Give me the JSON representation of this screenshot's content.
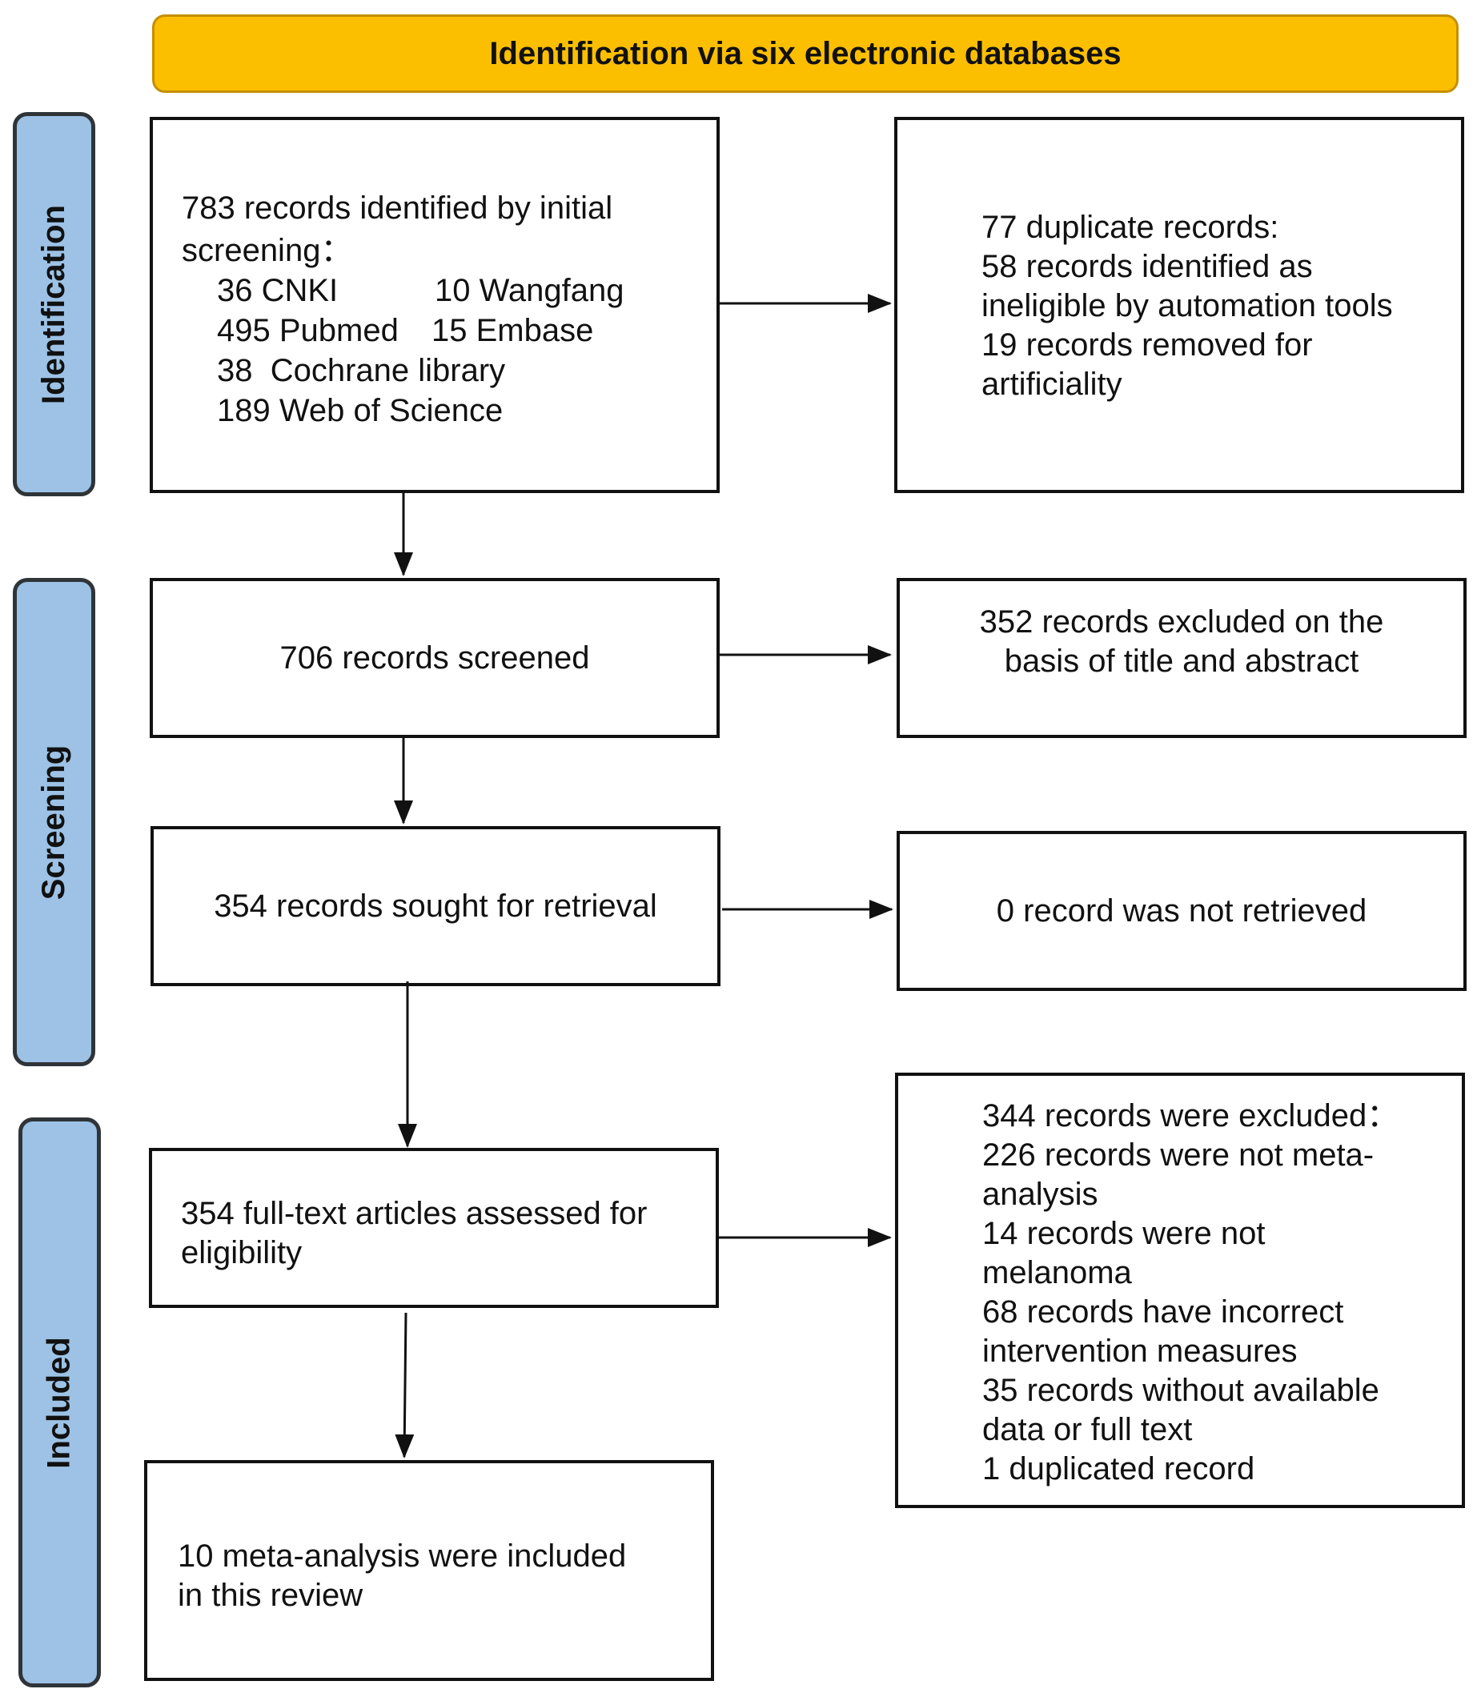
{
  "header": {
    "title": "Identification via six electronic databases"
  },
  "phases": {
    "identification": "Identification",
    "screening": "Screening",
    "included": "Included"
  },
  "boxes": {
    "initial": {
      "lines": [
        "783 records identified by initial",
        "screening："
      ],
      "sources": [
        [
          "36 CNKI",
          "10 Wangfang"
        ],
        [
          "495 Pubmed",
          "15 Embase"
        ]
      ],
      "extra": [
        "38  Cochrane library",
        "189 Web of Science"
      ]
    },
    "duplicates": {
      "lines": [
        "77 duplicate records:",
        "58 records identified as",
        "ineligible by automation tools",
        "19 records removed for",
        "artificiality"
      ]
    },
    "screened": {
      "lines": [
        "706 records screened"
      ]
    },
    "excluded_title": {
      "lines": [
        "352 records excluded on the",
        "basis of title and abstract"
      ]
    },
    "sought": {
      "lines": [
        "354 records sought for retrieval"
      ]
    },
    "not_retrieved": {
      "lines": [
        "0 record was not retrieved"
      ]
    },
    "fulltext": {
      "lines": [
        "354 full-text articles assessed for",
        "eligibility"
      ]
    },
    "excluded_full": {
      "lines": [
        "344 records were excluded：",
        "226 records were not meta-",
        "analysis",
        "14 records were not",
        "melanoma",
        "68 records have incorrect",
        "intervention measures",
        "35 records without available",
        "data or full text",
        "1 duplicated record"
      ]
    },
    "included": {
      "lines": [
        "10 meta-analysis were included",
        "in this review"
      ]
    }
  }
}
